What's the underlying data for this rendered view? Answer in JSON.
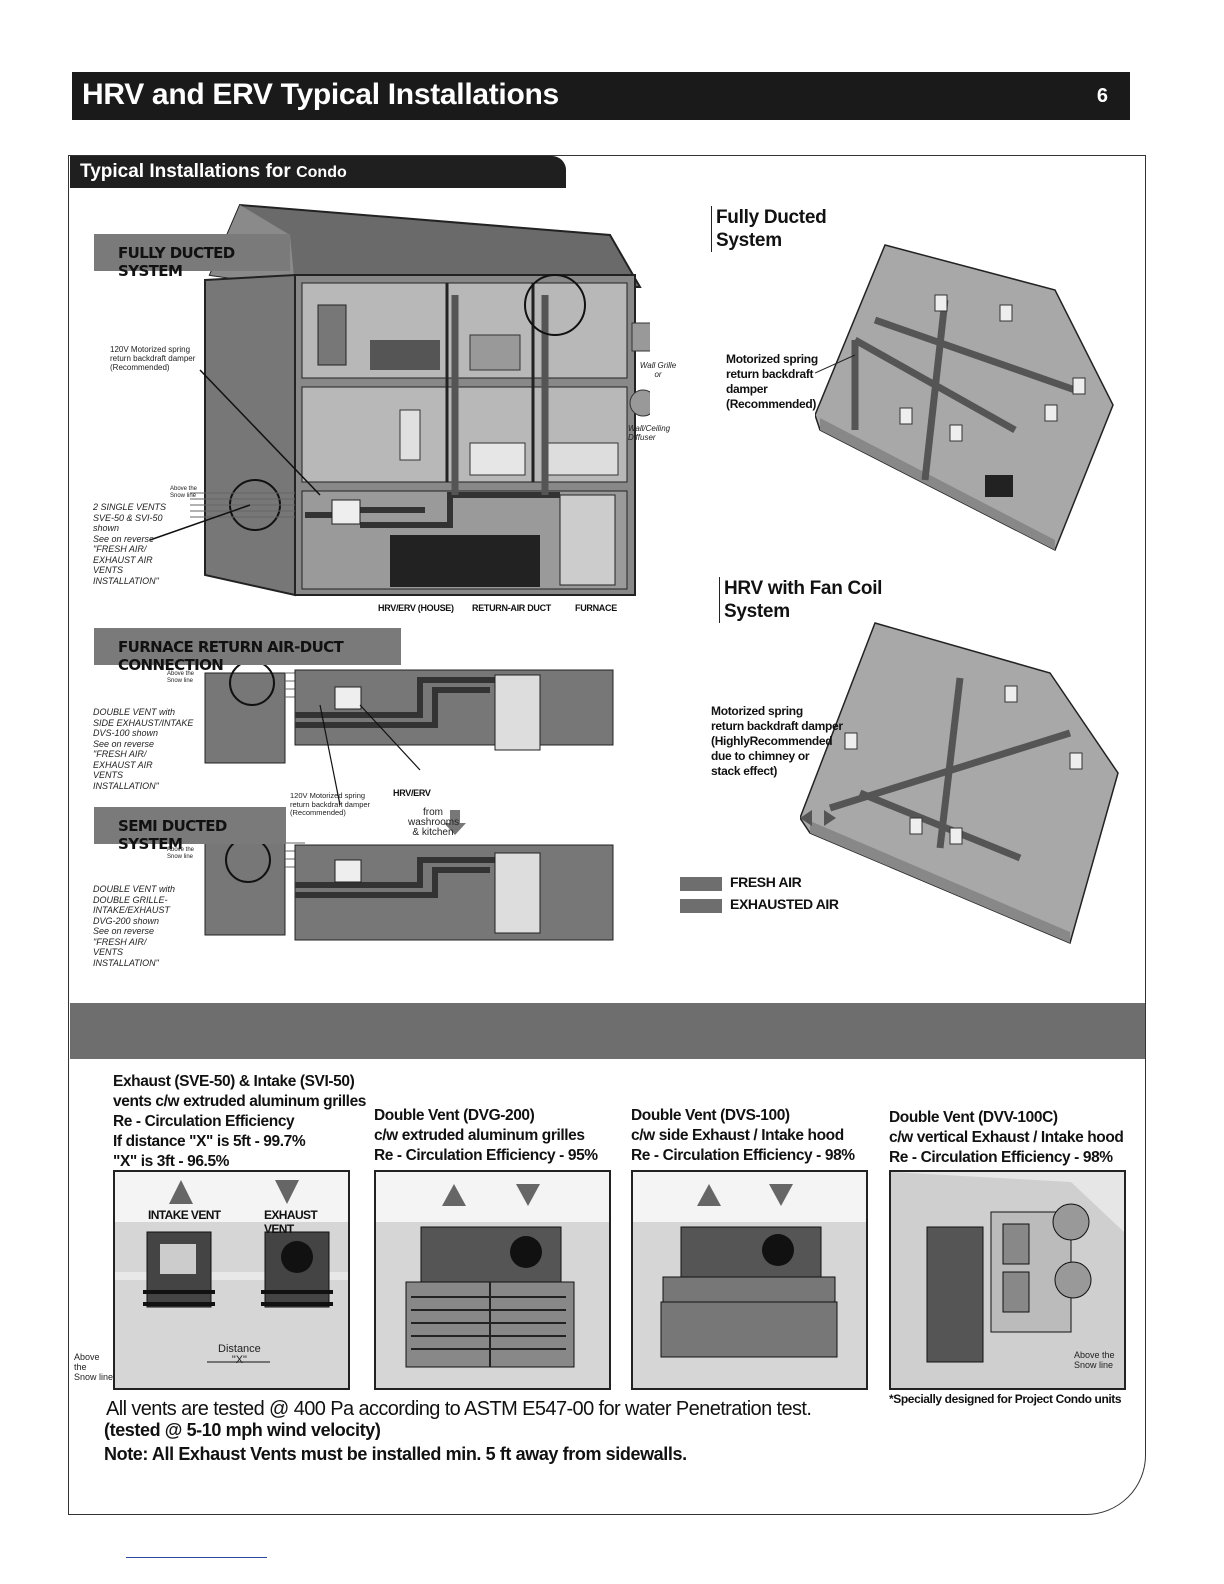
{
  "header": {
    "title": "HRV and ERV Typical Installations",
    "page_number": "6"
  },
  "tab": {
    "main": "Typical Installations for ",
    "suffix": "Condo"
  },
  "left_diagram": {
    "fully_ducted_label": "FULLY DUCTED SYSTEM",
    "damper_note_top": "120V Motorized spring\nreturn backdraft damper\n(Recommended)",
    "wall_grille": "Wall Grille\nor",
    "ceiling_diffuser": "Wall/Ceiling\nDiffuser",
    "above_snow_1": "Above the\nSnow line",
    "single_vents_note": "2 SINGLE VENTS\nSVE-50 & SVI-50\nshown\nSee on reverse\n\"FRESH AIR/\nEXHAUST AIR\nVENTS\nINSTALLATION\"",
    "hrv_house": "HRV/ERV (HOUSE)",
    "return_duct": "RETURN-AIR DUCT",
    "furnace": "FURNACE",
    "furnace_label": "FURNACE RETURN AIR-DUCT CONNECTION",
    "above_snow_2": "Above the\nSnow line",
    "double_vent_note": "DOUBLE VENT with\nSIDE EXHAUST/INTAKE\nDVS-100 shown\nSee on reverse\n\"FRESH AIR/\nEXHAUST AIR\nVENTS\nINSTALLATION\"",
    "damper_note_mid": "120V Motorized spring\nreturn backdraft damper\n(Recommended)",
    "hrv_erv": "HRV/ERV",
    "from_washrooms": "from\nwashrooms\n& kitchen",
    "semi_label": "SEMI DUCTED SYSTEM",
    "above_snow_3": "Above the\nSnow line",
    "double_grille_note": "DOUBLE VENT with\nDOUBLE GRILLE-\nINTAKE/EXHAUST\nDVG-200 shown\nSee on reverse\n\"FRESH AIR/\nVENTS\nINSTALLATION\""
  },
  "right_diagram": {
    "fully_ducted_title": "Fully Ducted\nSystem",
    "fully_ducted_note": "Motorized spring\nreturn backdraft\ndamper\n(Recommended)",
    "fan_coil_title": "HRV with Fan Coil\nSystem",
    "fan_coil_note": "Motorized spring\nreturn backdraft damper\n(HighlyRecommended\ndue to chimney or\nstack effect)",
    "legend": [
      {
        "label": "FRESH AIR",
        "color": "#6e6e6e"
      },
      {
        "label": "EXHAUSTED AIR",
        "color": "#6e6e6e"
      }
    ]
  },
  "vents": [
    {
      "caption": "Exhaust (SVE-50) & Intake (SVI-50)\nvents c/w extruded aluminum grilles\nRe - Circulation Efficiency\nIf distance \"X\" is 5ft  - 99.7%\n                  \"X\" is 3ft  - 96.5%",
      "intake_label": "INTAKE VENT",
      "exhaust_label": "EXHAUST VENT",
      "distance_label": "Distance\n\"X\"",
      "above_snow": "Above the\nSnow line"
    },
    {
      "caption": "Double Vent (DVG-200)\nc/w extruded aluminum grilles\nRe - Circulation Efficiency - 95%"
    },
    {
      "caption": "Double Vent (DVS-100)\nc/w side Exhaust / Intake hood\nRe - Circulation Efficiency - 98%"
    },
    {
      "caption": "Double Vent (DVV-100C)\nc/w vertical Exhaust / Intake hood\nRe - Circulation Efficiency - 98%",
      "above_snow": "Above the\nSnow line",
      "footnote": "*Specially designed for Project Condo units"
    }
  ],
  "footer": {
    "test_note": "All vents are tested @ 400 Pa according to ASTM E547-00 for water Penetration test.",
    "wind_note": "(tested @ 5-10 mph wind velocity)",
    "sidewall_note": "Note: All Exhaust Vents must be installed min. 5 ft away from sidewalls."
  }
}
